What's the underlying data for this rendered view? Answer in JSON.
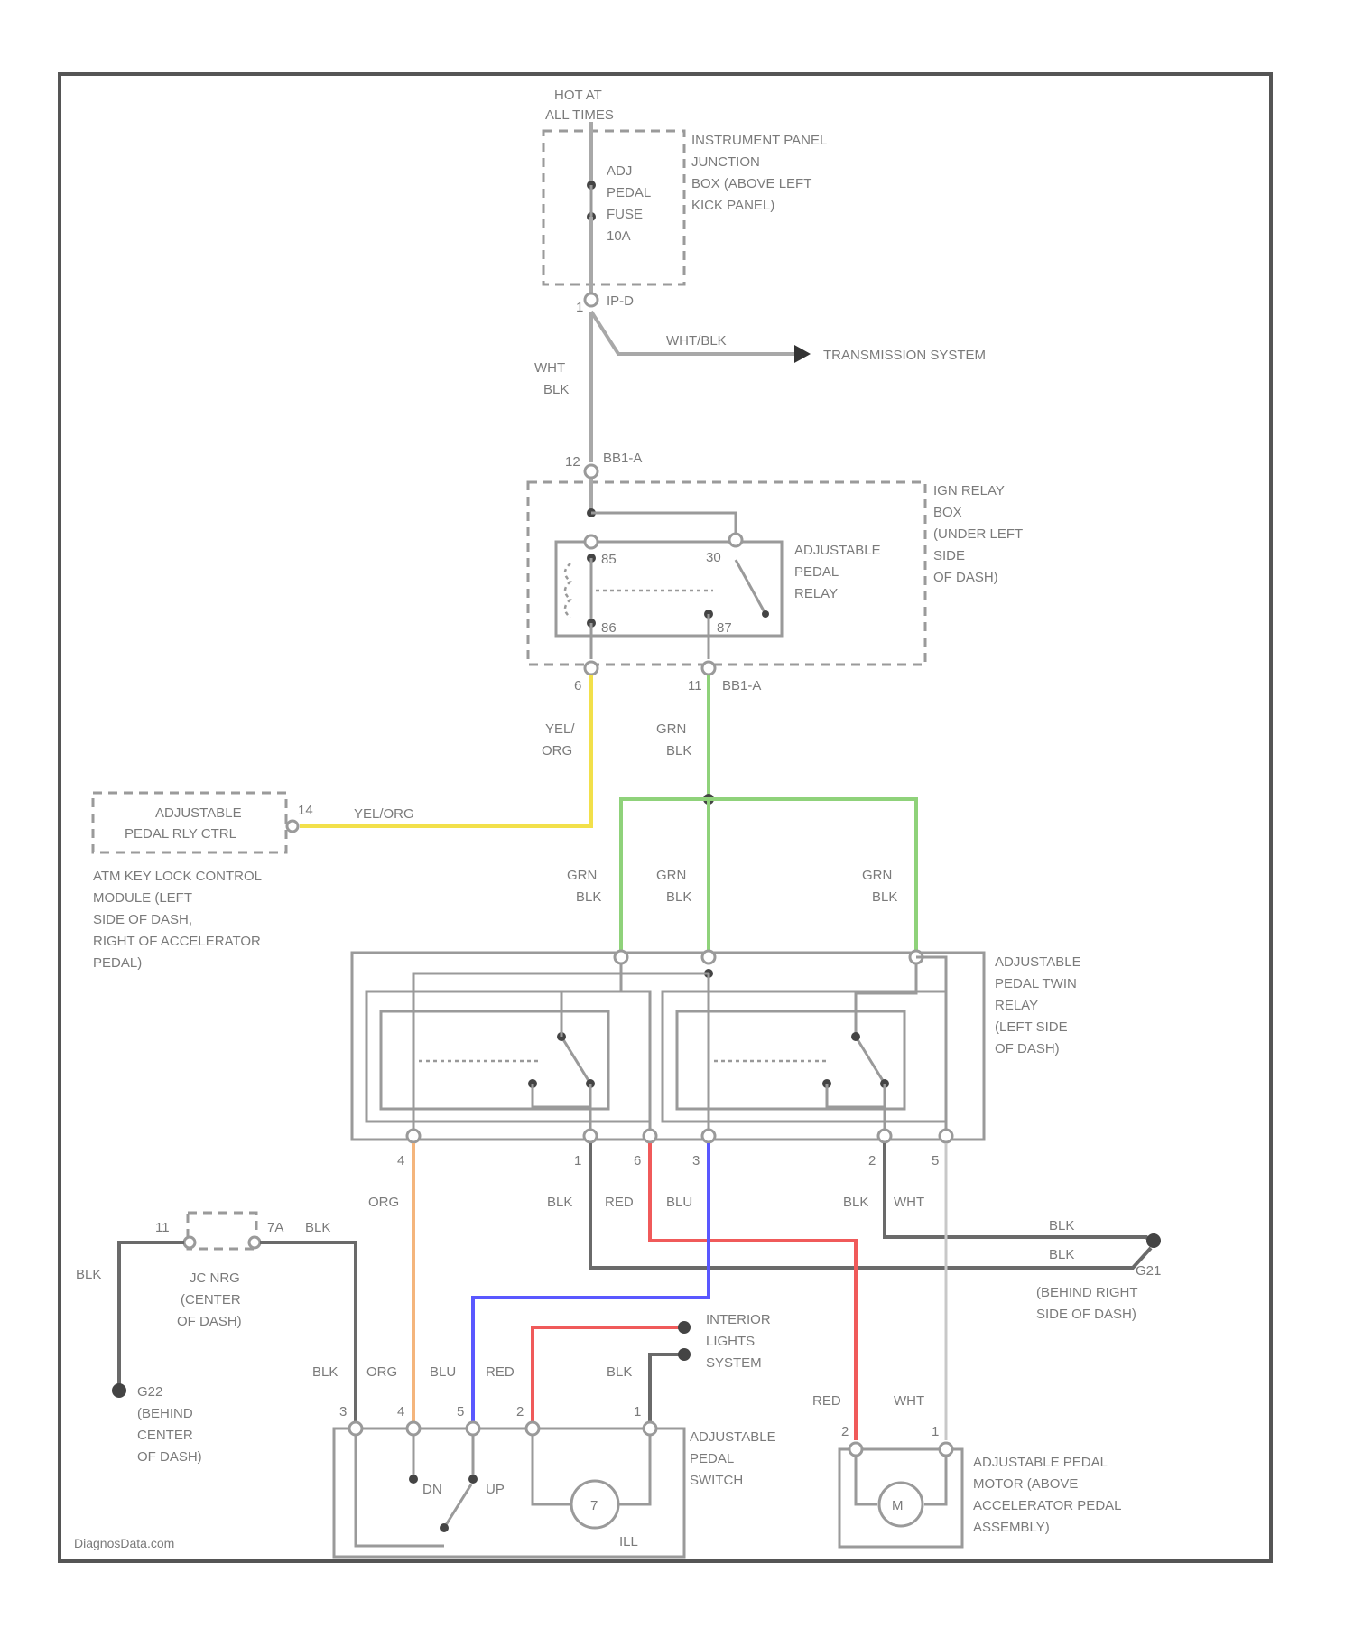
{
  "source": {
    "label_line1": "HOT AT",
    "label_line2": "ALL TIMES"
  },
  "fuse_box": {
    "lines": [
      "INSTRUMENT PANEL",
      "JUNCTION",
      "BOX (ABOVE LEFT",
      "KICK PANEL)"
    ],
    "fuse_lines": [
      "ADJ",
      "PEDAL",
      "FUSE",
      "10A"
    ],
    "connector": "IP-D",
    "pin_bottom": "1"
  },
  "transmission": {
    "wire": "WHT/BLK",
    "label": "TRANSMISSION SYSTEM"
  },
  "wire_labels": {
    "wht_blk_1": "WHT",
    "wht_blk_2": "BLK",
    "yel_org_1": "YEL/",
    "yel_org_2": "ORG",
    "grn_blk_1": "GRN",
    "grn_blk_2": "BLK",
    "yel_org_h": "YEL/ORG",
    "org": "ORG",
    "blk": "BLK",
    "red": "RED",
    "blu": "BLU",
    "wht": "WHT"
  },
  "ign_relay_box": {
    "lines": [
      "IGN RELAY",
      "BOX",
      "(UNDER LEFT",
      "SIDE",
      "OF DASH)"
    ],
    "connector_top": "BB1-A",
    "pin_top": "12",
    "connector_bottom": "BB1-A",
    "pin_bl": "6",
    "pin_br": "11",
    "relay_lines": [
      "ADJUSTABLE",
      "PEDAL",
      "RELAY"
    ],
    "term_85": "85",
    "term_86": "86",
    "term_30": "30",
    "term_87": "87"
  },
  "key_lock_module": {
    "box_lines": [
      "ADJUSTABLE",
      "PEDAL RLY CTRL"
    ],
    "pin": "14",
    "lines": [
      "ATM KEY LOCK CONTROL",
      "MODULE (LEFT",
      "SIDE OF DASH,",
      "RIGHT OF ACCELERATOR",
      "PEDAL)"
    ]
  },
  "twin_relay": {
    "lines": [
      "ADJUSTABLE",
      "PEDAL TWIN",
      "RELAY",
      "(LEFT SIDE",
      "OF DASH)"
    ],
    "pins": [
      "4",
      "1",
      "6",
      "3",
      "2",
      "5"
    ]
  },
  "jc": {
    "pin_left": "11",
    "pin_right": "7A",
    "lines": [
      "JC NRG",
      "(CENTER",
      "OF DASH)"
    ]
  },
  "ground_g21": {
    "id": "G21",
    "lines": [
      "(BEHIND RIGHT",
      "SIDE OF DASH)"
    ]
  },
  "ground_g22": {
    "id": "G22",
    "lines": [
      "(BEHIND",
      "CENTER",
      "OF DASH)"
    ]
  },
  "interior": {
    "lines": [
      "INTERIOR",
      "LIGHTS",
      "SYSTEM"
    ]
  },
  "pedal_switch": {
    "lines": [
      "ADJUSTABLE",
      "PEDAL",
      "SWITCH"
    ],
    "pins": [
      "3",
      "4",
      "5",
      "2",
      "1"
    ],
    "dn": "DN",
    "up": "UP",
    "lamp": "7",
    "lamp_sub": "ILL"
  },
  "motor": {
    "lines": [
      "ADJUSTABLE PEDAL",
      "MOTOR (ABOVE",
      "ACCELERATOR PEDAL",
      "ASSEMBLY)"
    ],
    "symbol": "M",
    "pin_left": "2",
    "pin_right": "1"
  },
  "watermark": "DiagnosData.com",
  "colors": {
    "yellow": "#f2e04a",
    "green": "#8fd27a",
    "orange": "#f4b57c",
    "blue": "#5a58ff",
    "red": "#f05a5a",
    "gray": "#a8a8a8",
    "dark": "#6a6a6a"
  }
}
